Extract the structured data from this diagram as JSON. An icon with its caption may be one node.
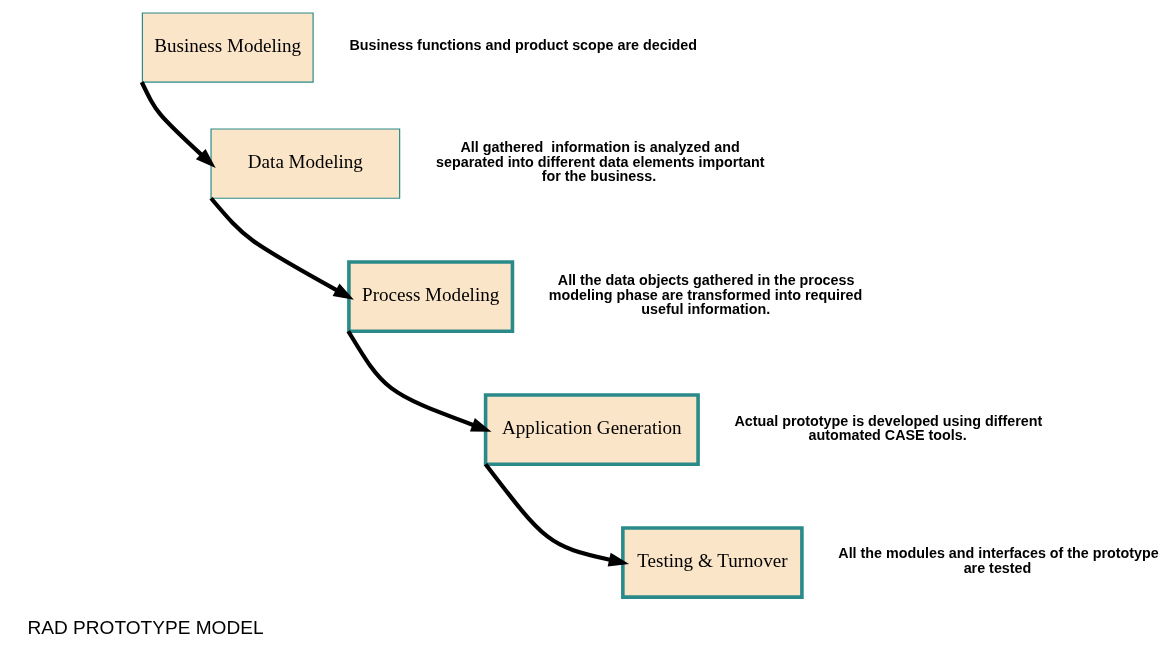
{
  "diagram": {
    "title": "RAD PROTOTYPE MODEL",
    "nodes": [
      {
        "text": [
          "Business Modeling"
        ],
        "beside": [
          "Business functions and product scope are decided"
        ]
      },
      {
        "text": [
          "Data Modeling"
        ],
        "beside": [
          "All gathered  information is analyzed and separated into different data elements important for the business."
        ]
      },
      {
        "text": [
          "Process Modeling"
        ],
        "beside": [
          "All the data objects gathered in the process modeling phase are transformed into required useful information."
        ]
      },
      {
        "text": [
          "Application Generation"
        ],
        "beside": [
          "Actual prototype is developed using different automated CASE tools."
        ]
      },
      {
        "text": [
          "Testing & Turnover"
        ],
        "beside": [
          "All the modules and interfaces of the prototype are tested"
        ]
      }
    ],
    "edges": [
      {
        "from": 0,
        "to": 1,
        "arrow": "to"
      },
      {
        "from": 1,
        "to": 2,
        "arrow": "to"
      },
      {
        "from": 2,
        "to": 3,
        "arrow": "to"
      },
      {
        "from": 3,
        "to": 4,
        "arrow": "to"
      }
    ]
  }
}
